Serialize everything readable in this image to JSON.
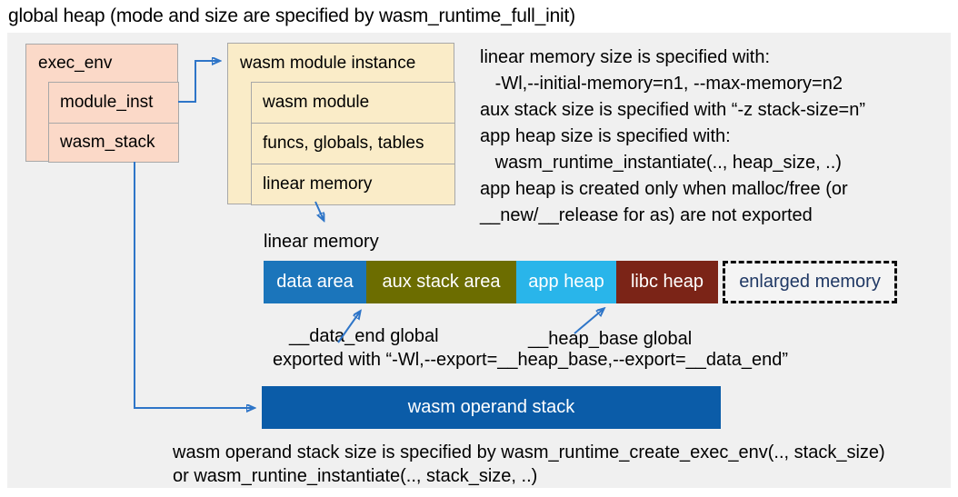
{
  "title": "global heap (mode and size are specified by wasm_runtime_full_init)",
  "exec_env": {
    "label": "exec_env",
    "rows": [
      "module_inst",
      "wasm_stack"
    ]
  },
  "module_instance": {
    "label": "wasm module instance",
    "rows": [
      "wasm module",
      "funcs, globals, tables",
      "linear memory"
    ]
  },
  "notes_right": {
    "lines": [
      "linear memory size is specified with:",
      "   -Wl,--initial-memory=n1, --max-memory=n2",
      "aux stack size is specified with “-z stack-size=n”",
      "app heap size is specified with:",
      "   wasm_runtime_instantiate(.., heap_size, ..)",
      "app heap is created only when malloc/free (or",
      "__new/__release for as) are not exported"
    ]
  },
  "linear_memory": {
    "label": "linear memory",
    "segments": [
      {
        "label": "data area",
        "color": "#1b75bb"
      },
      {
        "label": "aux stack area",
        "color": "#6c6d00"
      },
      {
        "label": "app heap",
        "color": "#29b5ea"
      },
      {
        "label": "libc heap",
        "color": "#7b2417"
      }
    ],
    "enlarged": {
      "label": "enlarged memory",
      "text_color": "#1f3864"
    }
  },
  "globals_annotations": {
    "data_end": "__data_end global",
    "heap_base": "__heap_base global",
    "exported": "exported with “-Wl,--export=__heap_base,--export=__data_end”"
  },
  "operand_stack": {
    "label": "wasm operand stack",
    "color": "#0b5ca8"
  },
  "notes_bottom": {
    "lines": [
      "wasm operand stack size is specified by wasm_runtime_create_exec_env(.., stack_size)",
      "or wasm_runtine_instantiate(.., stack_size, ..)"
    ]
  },
  "colors": {
    "panel_bg": "#f0f0f0",
    "exec_env_fill": "#fbd9c8",
    "module_instance_fill": "#faecc8",
    "box_border": "#a8a8a8",
    "arrow_blue": "#2e75c8",
    "enlarged_border": "#0d0d0d",
    "enlarged_text": "#1f3864"
  }
}
